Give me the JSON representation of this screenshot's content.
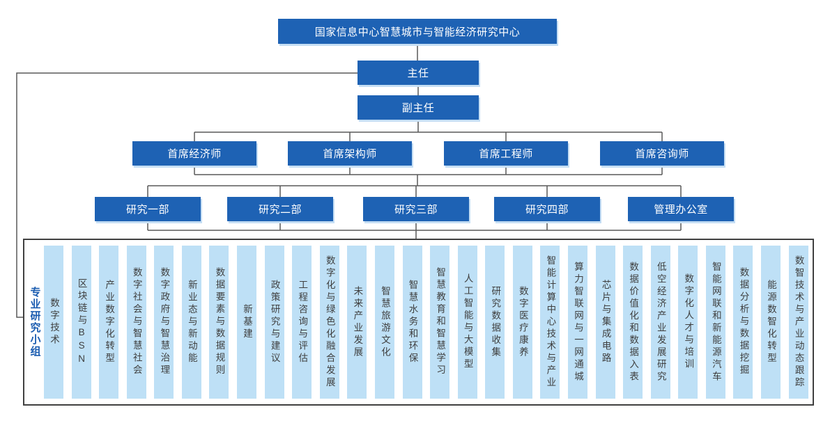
{
  "colors": {
    "node_fill": "#1E62B4",
    "node_text": "#FFFFFF",
    "node_shadow": "#C5DEF4",
    "team_column_fill": "#BEE0F6",
    "team_column_text": "#3F3F3F",
    "group_label_color": "#1A5CB0",
    "connector_color": "#595959",
    "group_border_color": "#404040"
  },
  "org_chart": {
    "root": "国家信息中心智慧城市与智能经济研究中心",
    "director": "主任",
    "deputy_director": "副主任",
    "chiefs": [
      "首席经济师",
      "首席架构师",
      "首席工程师",
      "首席咨询师"
    ],
    "departments": [
      "研究一部",
      "研究二部",
      "研究三部",
      "研究四部",
      "管理办公室"
    ],
    "research_group": {
      "label": "专业研究小组",
      "teams": [
        "数字技术",
        "区块链与BSN",
        "产业数字化转型",
        "数字社会与智慧社会",
        "数字政府与智慧治理",
        "新业态与新动能",
        "数据要素与数据规则",
        "新基建",
        "政策研究与建议",
        "工程咨询与评估",
        "数字化与绿色化融合发展",
        "未来产业发展",
        "智慧旅游文化",
        "智慧水务和环保",
        "智慧教育和智慧学习",
        "人工智能与大模型",
        "研究数据收集",
        "数字医疗康养",
        "智能计算中心技术与产业",
        "算力智联网与一网通城",
        "芯片与集成电路",
        "数据价值化和数据入表",
        "低空经济产业发展研究",
        "数字化人才与培训",
        "智能网联和新能源汽车",
        "数据分析与数据挖掘",
        "能源数智化转型",
        "数智技术与产业动态跟踪"
      ]
    }
  }
}
